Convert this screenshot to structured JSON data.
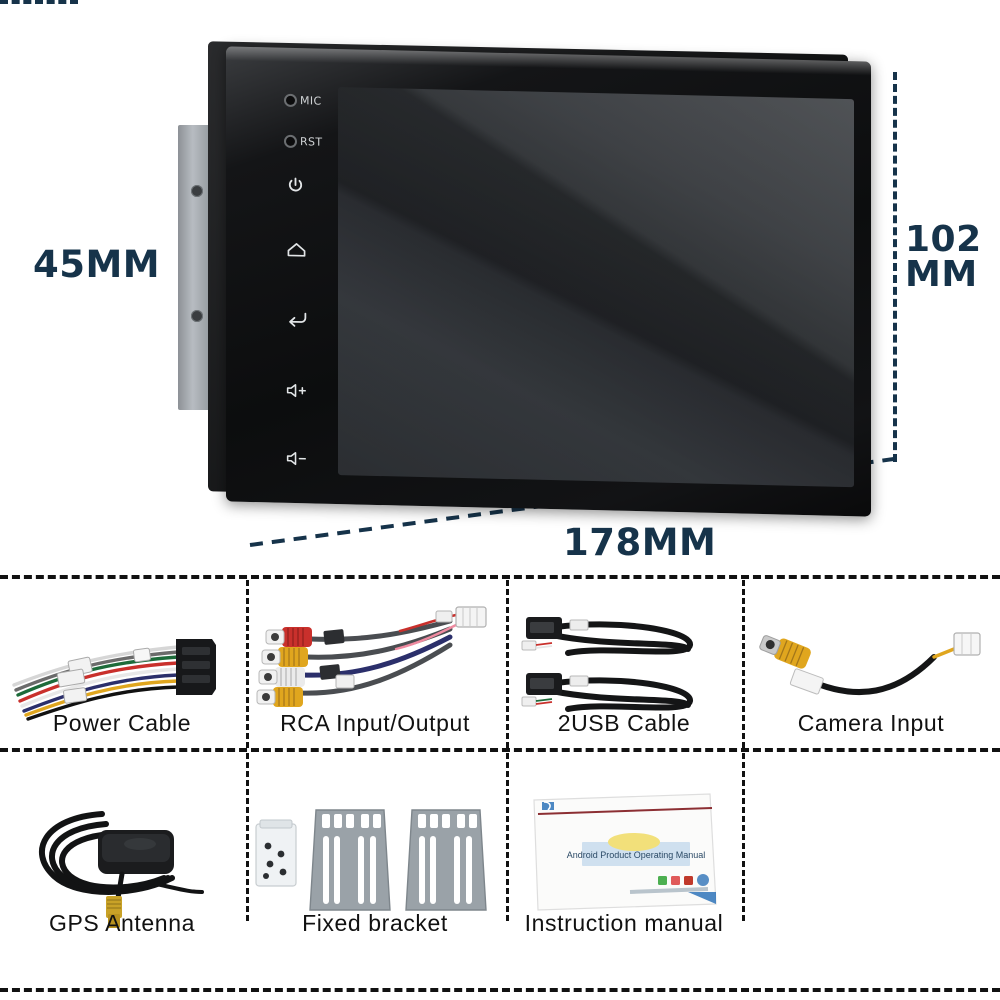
{
  "product": {
    "type": "double-din-android-car-head-unit",
    "front_panel_keys": [
      {
        "name": "mic-indicator",
        "label": "MIC",
        "icon": "dot-indicator"
      },
      {
        "name": "reset-button",
        "label": "RST",
        "icon": "dot-indicator"
      },
      {
        "name": "power-button",
        "label": "",
        "icon": "power-icon"
      },
      {
        "name": "home-button",
        "label": "",
        "icon": "home-icon"
      },
      {
        "name": "back-button",
        "label": "",
        "icon": "back-arrow-icon"
      },
      {
        "name": "volume-up-button",
        "label": "",
        "icon": "volume-up-icon"
      },
      {
        "name": "volume-down-button",
        "label": "",
        "icon": "volume-down-icon"
      }
    ]
  },
  "dimensions": {
    "depth_label": "45MM",
    "height_label": "102\nMM",
    "width_label": "178MM",
    "accent_color": "#16334a"
  },
  "accessories": {
    "row1": [
      {
        "name": "power-cable",
        "label": "Power Cable"
      },
      {
        "name": "rca-input-output-cable",
        "label": "RCA Input/Output"
      },
      {
        "name": "usb-cable",
        "label": "2USB Cable"
      },
      {
        "name": "camera-input-cable",
        "label": "Camera Input"
      }
    ],
    "row2": [
      {
        "name": "gps-antenna",
        "label": "GPS Antenna"
      },
      {
        "name": "fixed-bracket",
        "label": "Fixed bracket"
      },
      {
        "name": "instruction-manual",
        "label": "Instruction manual"
      }
    ]
  },
  "manual_cover": {
    "title": "Android Product Operating Manual"
  }
}
